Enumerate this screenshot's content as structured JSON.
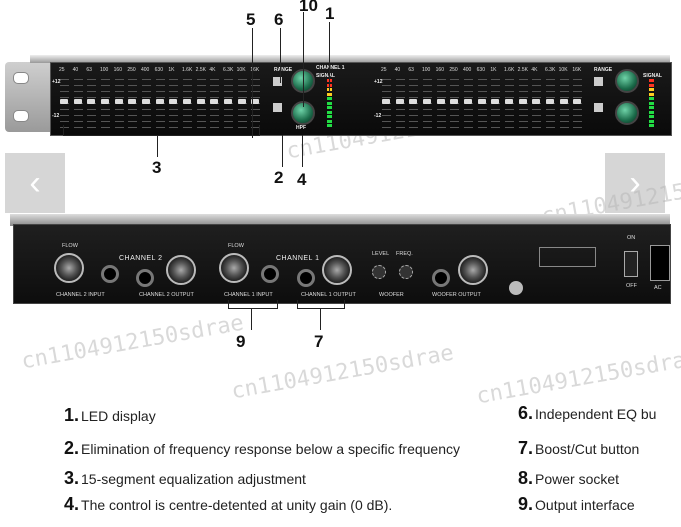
{
  "front_panel": {
    "freq_labels": [
      "25",
      "40",
      "63",
      "100",
      "160",
      "250",
      "400",
      "630",
      "1K",
      "1.6K",
      "2.5K",
      "4K",
      "6.3K",
      "10K",
      "16K"
    ],
    "channel_label": "CHANNEL 1",
    "signal_label": "SIGNAL",
    "range_label": "RANGE",
    "hpf_label": "HPF",
    "scale_plus": "+12",
    "scale_minus": "-12"
  },
  "rear_panel": {
    "channel2": "CHANNEL 2",
    "channel1": "CHANNEL 1",
    "ch2_input": "CHANNEL 2 INPUT",
    "ch2_output": "CHANNEL 2 OUTPUT",
    "ch1_input": "CHANNEL 1 INPUT",
    "ch1_output": "CHANNEL 1 OUTPUT",
    "woofer": "WOOFER",
    "woofer_output": "WOOFER OUTPUT",
    "level": "LEVEL",
    "freq": "FREQ.",
    "flow": "FLOW",
    "on": "ON",
    "off": "OFF",
    "ac": "AC"
  },
  "callouts": [
    "1",
    "2",
    "3",
    "4",
    "5",
    "6",
    "7",
    "9",
    "10"
  ],
  "legend": [
    {
      "num": "1.",
      "text": "LED display"
    },
    {
      "num": "2.",
      "text": "Elimination of frequency response below a specific frequency"
    },
    {
      "num": "3.",
      "text": "15-segment equalization adjustment"
    },
    {
      "num": "4.",
      "text": "The control is centre-detented at unity gain (0 dB)."
    },
    {
      "num": "6.",
      "text": "Independent EQ bu"
    },
    {
      "num": "7.",
      "text": "Boost/Cut button"
    },
    {
      "num": "8.",
      "text": "Power socket"
    },
    {
      "num": "9.",
      "text": "Output interface"
    }
  ],
  "watermark": "cn1104912150sdrae",
  "colors": {
    "knob": "#1b6b4a",
    "led_green": "#22dd44",
    "panel": "#111111"
  }
}
